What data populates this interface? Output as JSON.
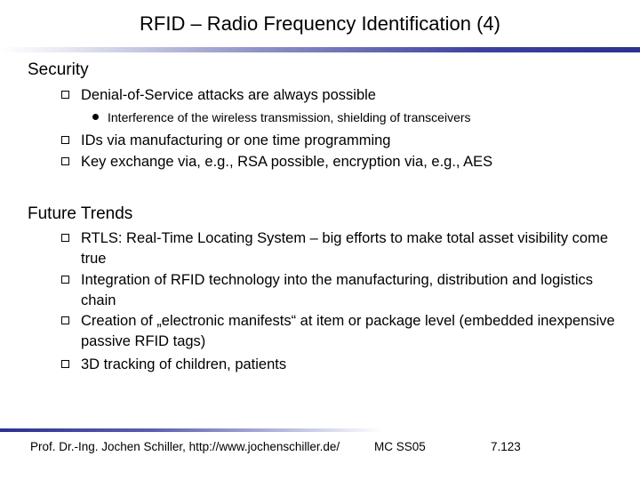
{
  "slide": {
    "title": "RFID – Radio Frequency Identification (4)",
    "sections": [
      {
        "heading": "Security",
        "bullets": [
          {
            "text": "Denial-of-Service attacks are always possible",
            "sub": [
              "Interference of the wireless transmission, shielding of transceivers"
            ]
          },
          {
            "text": "IDs via manufacturing or one time programming"
          },
          {
            "text": "Key exchange via, e.g., RSA possible, encryption via, e.g., AES"
          }
        ]
      },
      {
        "heading": "Future Trends",
        "bullets": [
          {
            "text": "RTLS: Real-Time Locating System – big efforts to make total asset visibility come true"
          },
          {
            "text": "Integration of RFID technology into the manufacturing, distribution and logistics chain"
          },
          {
            "text": "Creation of „electronic manifests“ at item or package level (embedded inexpensive passive RFID tags)"
          },
          {
            "text": "3D tracking of children, patients"
          }
        ]
      }
    ]
  },
  "footer": {
    "author": "Prof. Dr.-Ing. Jochen Schiller, http://www.jochenschiller.de/",
    "course": "MC SS05",
    "page": "7.123"
  },
  "style": {
    "rule_color": "#2c3192",
    "bullet_style": "hollow-square"
  }
}
